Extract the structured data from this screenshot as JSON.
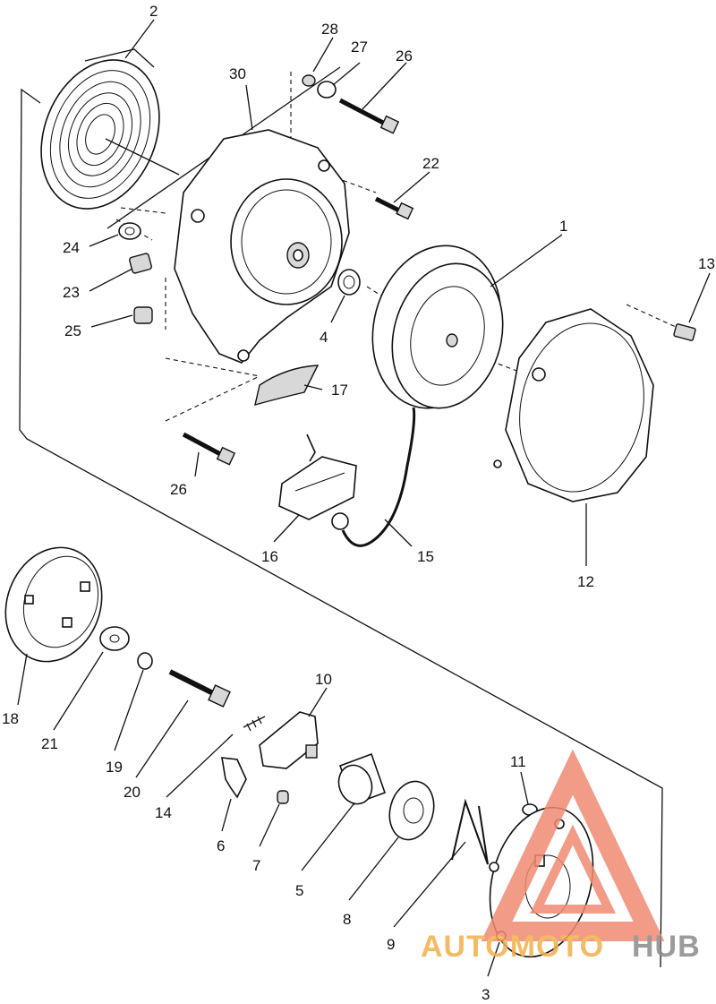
{
  "diagram": {
    "callouts": [
      {
        "id": "c1",
        "text": "1"
      },
      {
        "id": "c2",
        "text": "2"
      },
      {
        "id": "c3",
        "text": "3"
      },
      {
        "id": "c4",
        "text": "4"
      },
      {
        "id": "c5",
        "text": "5"
      },
      {
        "id": "c6",
        "text": "6"
      },
      {
        "id": "c7",
        "text": "7"
      },
      {
        "id": "c8",
        "text": "8"
      },
      {
        "id": "c9",
        "text": "9"
      },
      {
        "id": "c10",
        "text": "10"
      },
      {
        "id": "c11",
        "text": "11"
      },
      {
        "id": "c12",
        "text": "12"
      },
      {
        "id": "c13",
        "text": "13"
      },
      {
        "id": "c14",
        "text": "14"
      },
      {
        "id": "c15",
        "text": "15"
      },
      {
        "id": "c16",
        "text": "16"
      },
      {
        "id": "c17",
        "text": "17"
      },
      {
        "id": "c18",
        "text": "18"
      },
      {
        "id": "c19",
        "text": "19"
      },
      {
        "id": "c20",
        "text": "20"
      },
      {
        "id": "c21",
        "text": "21"
      },
      {
        "id": "c22",
        "text": "22"
      },
      {
        "id": "c23",
        "text": "23"
      },
      {
        "id": "c24",
        "text": "24"
      },
      {
        "id": "c25",
        "text": "25"
      },
      {
        "id": "c26a",
        "text": "26"
      },
      {
        "id": "c26b",
        "text": "26"
      },
      {
        "id": "c27",
        "text": "27"
      },
      {
        "id": "c28",
        "text": "28"
      },
      {
        "id": "c30",
        "text": "30"
      }
    ]
  },
  "watermark": {
    "part1": "AUTOMOTO",
    "part2": "HUB",
    "color_primary": "#f08a72",
    "color_secondary": "#8a8a8a"
  }
}
